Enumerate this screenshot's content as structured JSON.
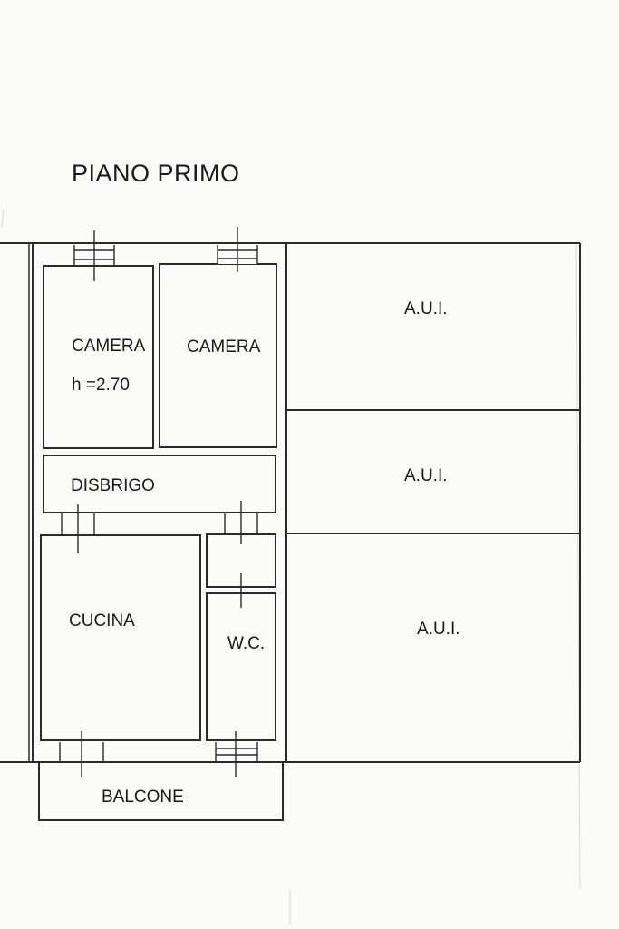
{
  "plan": {
    "title": "PIANO PRIMO",
    "rooms": {
      "camera_1": "CAMERA",
      "camera_1_height": "h =2.70",
      "camera_2": "CAMERA",
      "disbrigo": "DISBRIGO",
      "cucina": "CUCINA",
      "wc": "W.C.",
      "balcone": "BALCONE",
      "aui_top": "A.U.I.",
      "aui_middle": "A.U.I.",
      "aui_bottom": "A.U.I."
    }
  }
}
